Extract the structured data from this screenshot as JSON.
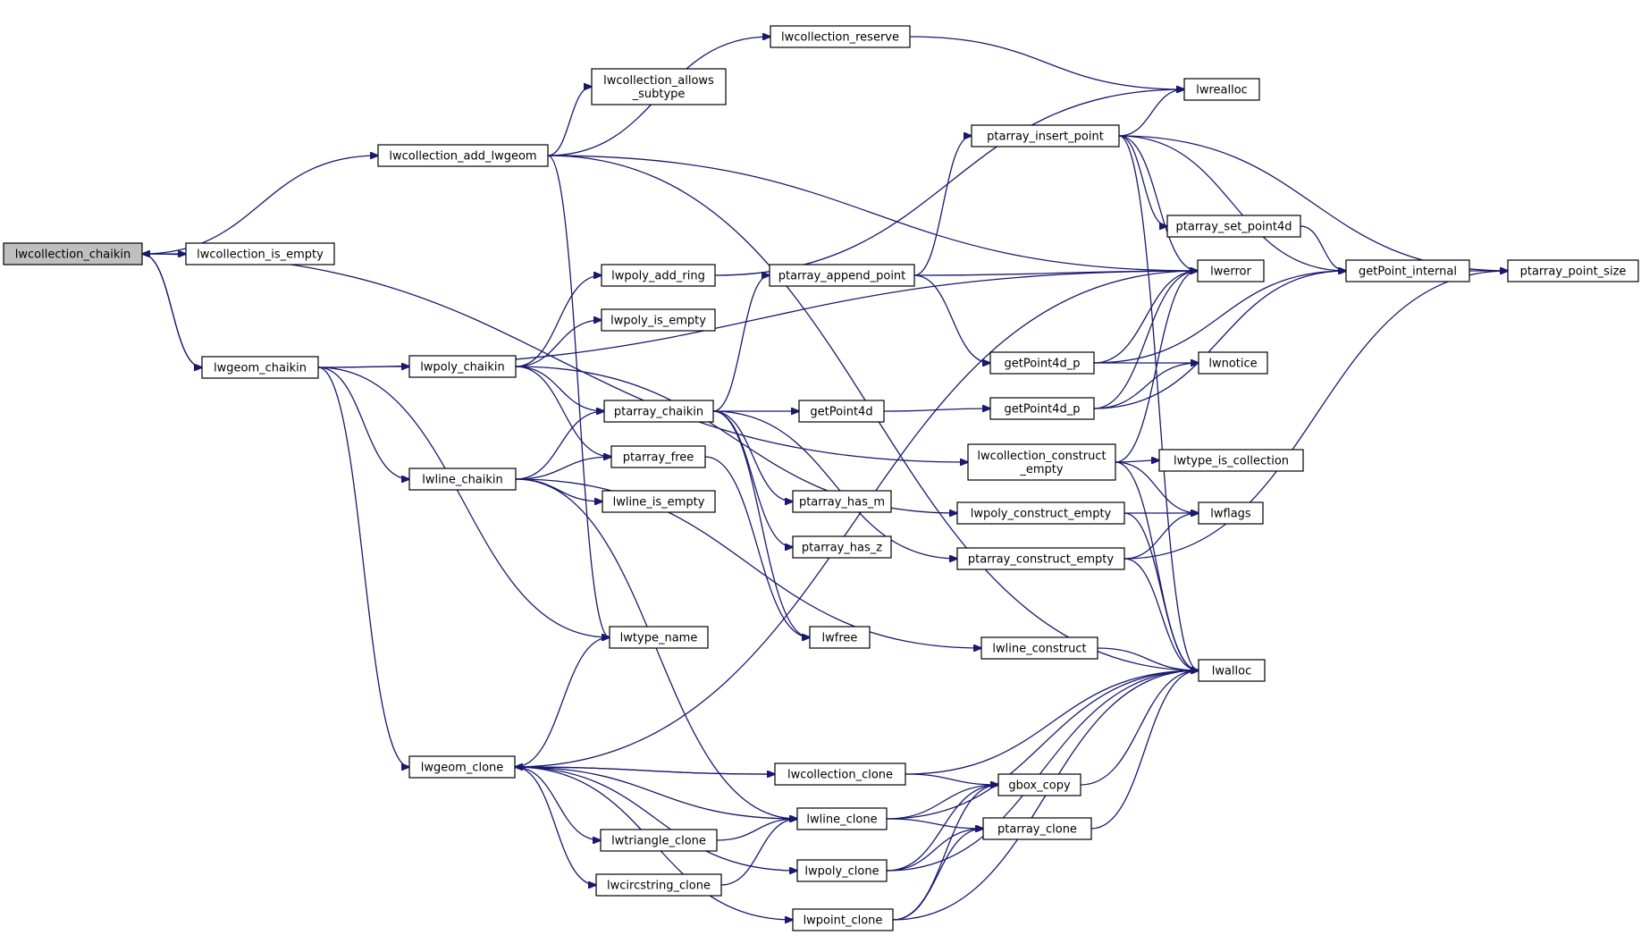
{
  "accent_color": "#191970",
  "root_fill": "#bfbfbf",
  "nodes": [
    {
      "id": "lwcollection_chaikin",
      "lines": [
        "lwcollection_chaikin"
      ],
      "root": true
    },
    {
      "id": "lwcollection_is_empty",
      "lines": [
        "lwcollection_is_empty"
      ]
    },
    {
      "id": "lwgeom_chaikin",
      "lines": [
        "lwgeom_chaikin"
      ]
    },
    {
      "id": "lwcollection_reserve",
      "lines": [
        "lwcollection_reserve"
      ]
    },
    {
      "id": "lwcollection_allows_subtype",
      "lines": [
        "lwcollection_allows",
        "_subtype"
      ]
    },
    {
      "id": "lwcollection_add_lwgeom",
      "lines": [
        "lwcollection_add_lwgeom"
      ]
    },
    {
      "id": "lwpoly_add_ring",
      "lines": [
        "lwpoly_add_ring"
      ]
    },
    {
      "id": "lwpoly_is_empty",
      "lines": [
        "lwpoly_is_empty"
      ]
    },
    {
      "id": "lwpoly_chaikin",
      "lines": [
        "lwpoly_chaikin"
      ]
    },
    {
      "id": "ptarray_chaikin",
      "lines": [
        "ptarray_chaikin"
      ]
    },
    {
      "id": "ptarray_free",
      "lines": [
        "ptarray_free"
      ]
    },
    {
      "id": "lwline_chaikin",
      "lines": [
        "lwline_chaikin"
      ]
    },
    {
      "id": "lwline_is_empty",
      "lines": [
        "lwline_is_empty"
      ]
    },
    {
      "id": "lwtype_name",
      "lines": [
        "lwtype_name"
      ]
    },
    {
      "id": "lwgeom_clone",
      "lines": [
        "lwgeom_clone"
      ]
    },
    {
      "id": "lwtriangle_clone",
      "lines": [
        "lwtriangle_clone"
      ]
    },
    {
      "id": "lwcircstring_clone",
      "lines": [
        "lwcircstring_clone"
      ]
    },
    {
      "id": "ptarray_append_point",
      "lines": [
        "ptarray_append_point"
      ]
    },
    {
      "id": "getPoint4d",
      "lines": [
        "getPoint4d"
      ]
    },
    {
      "id": "ptarray_has_m",
      "lines": [
        "ptarray_has_m"
      ]
    },
    {
      "id": "ptarray_has_z",
      "lines": [
        "ptarray_has_z"
      ]
    },
    {
      "id": "lwfree",
      "lines": [
        "lwfree"
      ]
    },
    {
      "id": "lwcollection_clone",
      "lines": [
        "lwcollection_clone"
      ]
    },
    {
      "id": "lwline_clone",
      "lines": [
        "lwline_clone"
      ]
    },
    {
      "id": "lwpoly_clone",
      "lines": [
        "lwpoly_clone"
      ]
    },
    {
      "id": "lwpoint_clone",
      "lines": [
        "lwpoint_clone"
      ]
    },
    {
      "id": "ptarray_insert_point",
      "lines": [
        "ptarray_insert_point"
      ]
    },
    {
      "id": "getPoint4d_p_1",
      "lines": [
        "getPoint4d_p"
      ]
    },
    {
      "id": "getPoint4d_p_2",
      "lines": [
        "getPoint4d_p"
      ]
    },
    {
      "id": "lwcollection_construct_empty",
      "lines": [
        "lwcollection_construct",
        "_empty"
      ]
    },
    {
      "id": "lwpoly_construct_empty",
      "lines": [
        "lwpoly_construct_empty"
      ]
    },
    {
      "id": "ptarray_construct_empty",
      "lines": [
        "ptarray_construct_empty"
      ]
    },
    {
      "id": "lwline_construct",
      "lines": [
        "lwline_construct"
      ]
    },
    {
      "id": "gbox_copy",
      "lines": [
        "gbox_copy"
      ]
    },
    {
      "id": "ptarray_clone",
      "lines": [
        "ptarray_clone"
      ]
    },
    {
      "id": "lwrealloc",
      "lines": [
        "lwrealloc"
      ]
    },
    {
      "id": "ptarray_set_point4d",
      "lines": [
        "ptarray_set_point4d"
      ]
    },
    {
      "id": "lwerror",
      "lines": [
        "lwerror"
      ]
    },
    {
      "id": "lwnotice",
      "lines": [
        "lwnotice"
      ]
    },
    {
      "id": "lwtype_is_collection",
      "lines": [
        "lwtype_is_collection"
      ]
    },
    {
      "id": "lwflags",
      "lines": [
        "lwflags"
      ]
    },
    {
      "id": "lwalloc",
      "lines": [
        "lwalloc"
      ]
    },
    {
      "id": "getPoint_internal",
      "lines": [
        "getPoint_internal"
      ]
    },
    {
      "id": "ptarray_point_size",
      "lines": [
        "ptarray_point_size"
      ]
    }
  ],
  "edges": [
    [
      "lwcollection_chaikin",
      "lwcollection_is_empty"
    ],
    [
      "lwcollection_chaikin",
      "lwgeom_chaikin"
    ],
    [
      "lwcollection_chaikin",
      "lwcollection_add_lwgeom"
    ],
    [
      "lwcollection_chaikin",
      "lwcollection_construct_empty"
    ],
    [
      "lwgeom_chaikin",
      "lwcollection_chaikin"
    ],
    [
      "lwgeom_chaikin",
      "lwpoly_chaikin"
    ],
    [
      "lwgeom_chaikin",
      "lwline_chaikin"
    ],
    [
      "lwgeom_chaikin",
      "lwtype_name"
    ],
    [
      "lwgeom_chaikin",
      "lwgeom_clone"
    ],
    [
      "lwgeom_chaikin",
      "lwerror"
    ],
    [
      "lwcollection_add_lwgeom",
      "lwcollection_reserve"
    ],
    [
      "lwcollection_add_lwgeom",
      "lwcollection_allows_subtype"
    ],
    [
      "lwcollection_add_lwgeom",
      "lwtype_name"
    ],
    [
      "lwcollection_add_lwgeom",
      "lwerror"
    ],
    [
      "lwcollection_add_lwgeom",
      "lwalloc"
    ],
    [
      "lwcollection_reserve",
      "lwrealloc"
    ],
    [
      "lwpoly_chaikin",
      "lwpoly_add_ring"
    ],
    [
      "lwpoly_chaikin",
      "lwpoly_is_empty"
    ],
    [
      "lwpoly_chaikin",
      "ptarray_chaikin"
    ],
    [
      "lwpoly_chaikin",
      "ptarray_free"
    ],
    [
      "lwpoly_chaikin",
      "lwpoly_construct_empty"
    ],
    [
      "lwpoly_add_ring",
      "lwrealloc"
    ],
    [
      "lwline_chaikin",
      "ptarray_chaikin"
    ],
    [
      "lwline_chaikin",
      "ptarray_free"
    ],
    [
      "lwline_chaikin",
      "lwline_is_empty"
    ],
    [
      "lwline_chaikin",
      "lwline_clone"
    ],
    [
      "lwline_chaikin",
      "lwline_construct"
    ],
    [
      "ptarray_chaikin",
      "ptarray_append_point"
    ],
    [
      "ptarray_chaikin",
      "getPoint4d"
    ],
    [
      "ptarray_chaikin",
      "ptarray_has_m"
    ],
    [
      "ptarray_chaikin",
      "ptarray_has_z"
    ],
    [
      "ptarray_chaikin",
      "lwfree"
    ],
    [
      "ptarray_chaikin",
      "ptarray_construct_empty"
    ],
    [
      "ptarray_free",
      "lwfree"
    ],
    [
      "ptarray_append_point",
      "ptarray_insert_point"
    ],
    [
      "ptarray_append_point",
      "lwerror"
    ],
    [
      "ptarray_append_point",
      "getPoint4d_p_1"
    ],
    [
      "getPoint4d",
      "getPoint4d_p_2"
    ],
    [
      "ptarray_insert_point",
      "lwrealloc"
    ],
    [
      "ptarray_insert_point",
      "lwerror"
    ],
    [
      "ptarray_insert_point",
      "ptarray_set_point4d"
    ],
    [
      "ptarray_insert_point",
      "getPoint_internal"
    ],
    [
      "ptarray_insert_point",
      "ptarray_point_size"
    ],
    [
      "ptarray_insert_point",
      "lwalloc"
    ],
    [
      "ptarray_set_point4d",
      "getPoint_internal"
    ],
    [
      "getPoint4d_p_1",
      "lwerror"
    ],
    [
      "getPoint4d_p_1",
      "lwnotice"
    ],
    [
      "getPoint4d_p_1",
      "getPoint_internal"
    ],
    [
      "getPoint4d_p_2",
      "lwerror"
    ],
    [
      "getPoint4d_p_2",
      "lwnotice"
    ],
    [
      "getPoint4d_p_2",
      "getPoint_internal"
    ],
    [
      "getPoint_internal",
      "ptarray_point_size"
    ],
    [
      "lwcollection_construct_empty",
      "lwerror"
    ],
    [
      "lwcollection_construct_empty",
      "lwtype_is_collection"
    ],
    [
      "lwcollection_construct_empty",
      "lwflags"
    ],
    [
      "lwcollection_construct_empty",
      "lwalloc"
    ],
    [
      "lwpoly_construct_empty",
      "lwflags"
    ],
    [
      "lwpoly_construct_empty",
      "lwalloc"
    ],
    [
      "ptarray_construct_empty",
      "lwflags"
    ],
    [
      "ptarray_construct_empty",
      "lwalloc"
    ],
    [
      "ptarray_construct_empty",
      "ptarray_point_size"
    ],
    [
      "lwline_construct",
      "lwalloc"
    ],
    [
      "lwgeom_clone",
      "lwtype_name"
    ],
    [
      "lwgeom_clone",
      "lwcollection_clone"
    ],
    [
      "lwgeom_clone",
      "lwline_clone"
    ],
    [
      "lwgeom_clone",
      "lwtriangle_clone"
    ],
    [
      "lwgeom_clone",
      "lwcircstring_clone"
    ],
    [
      "lwgeom_clone",
      "lwpoly_clone"
    ],
    [
      "lwgeom_clone",
      "lwpoint_clone"
    ],
    [
      "lwgeom_clone",
      "lwerror"
    ],
    [
      "lwcollection_clone",
      "lwgeom_clone"
    ],
    [
      "lwcollection_clone",
      "gbox_copy"
    ],
    [
      "lwcollection_clone",
      "lwalloc"
    ],
    [
      "lwtriangle_clone",
      "lwline_clone"
    ],
    [
      "lwcircstring_clone",
      "lwline_clone"
    ],
    [
      "lwline_clone",
      "gbox_copy"
    ],
    [
      "lwline_clone",
      "ptarray_clone"
    ],
    [
      "lwline_clone",
      "lwalloc"
    ],
    [
      "lwpoly_clone",
      "gbox_copy"
    ],
    [
      "lwpoly_clone",
      "ptarray_clone"
    ],
    [
      "lwpoly_clone",
      "lwalloc"
    ],
    [
      "lwpoint_clone",
      "gbox_copy"
    ],
    [
      "lwpoint_clone",
      "ptarray_clone"
    ],
    [
      "lwpoint_clone",
      "lwalloc"
    ],
    [
      "gbox_copy",
      "lwalloc"
    ],
    [
      "ptarray_clone",
      "lwalloc"
    ]
  ]
}
